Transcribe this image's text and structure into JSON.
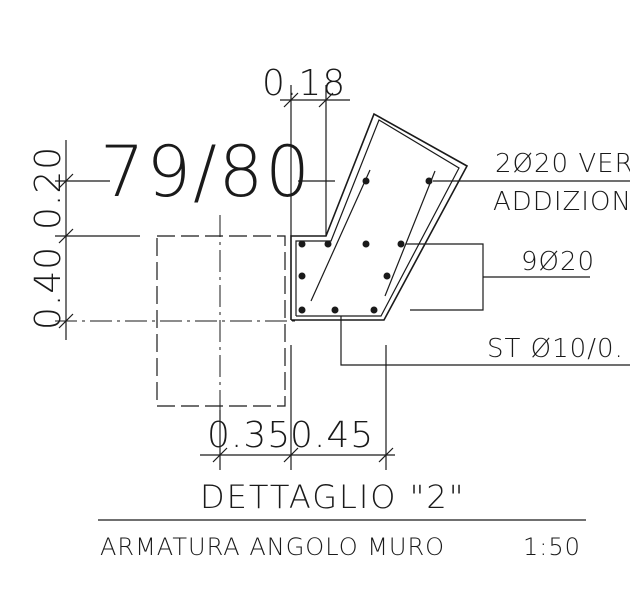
{
  "drawing": {
    "title": "DETTAGLIO \"2\"",
    "subtitle": "ARMATURA ANGOLO MURO",
    "scale": "1:50",
    "wall_thickness_label": "79/80",
    "dimensions": {
      "top": "0.18",
      "left_upper": "0.20",
      "left_lower": "0.40",
      "bottom_left": "0.35",
      "bottom_right": "0.45"
    },
    "rebar_labels": {
      "additional_line1": "2Ø20 VER",
      "additional_line2": "ADDIZIONA",
      "main_bars": "9Ø20",
      "stirrups": "ST Ø10/0."
    }
  }
}
